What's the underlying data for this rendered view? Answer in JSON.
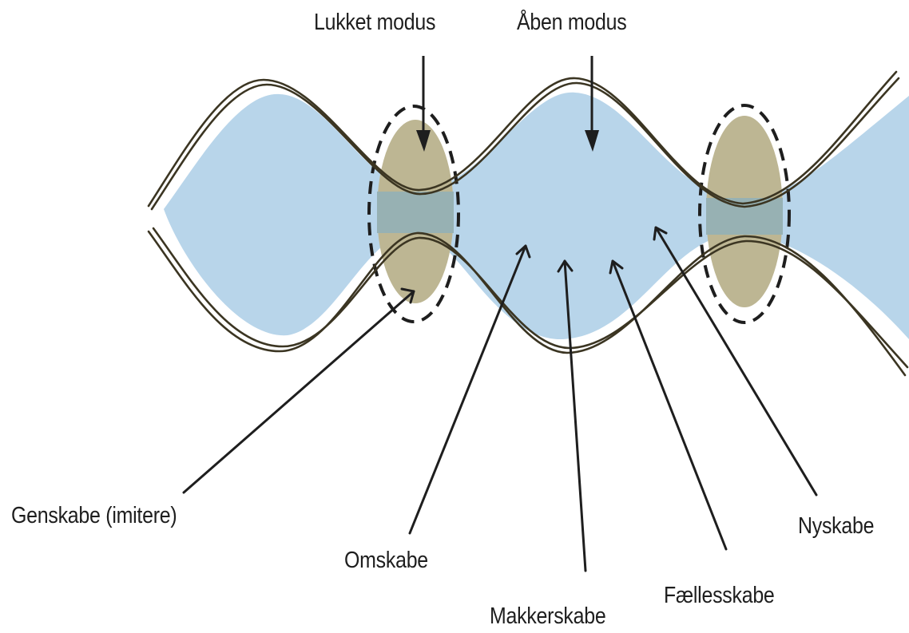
{
  "diagram": {
    "labels": {
      "closed_mode": "Lukket modus",
      "open_mode": "Åben modus",
      "recreate": "Genskabe (imitere)",
      "reshape": "Omskabe",
      "partner_create": "Makkerskabe",
      "co_create": "Fællesskabe",
      "new_create": "Nyskabe"
    },
    "colors": {
      "open_fill": "#b8d5ea",
      "closed_fill": "#bdb693",
      "overlap_fill": "#97b1b3",
      "outline": "#3b3522",
      "arrow": "#1e1e1e"
    }
  }
}
